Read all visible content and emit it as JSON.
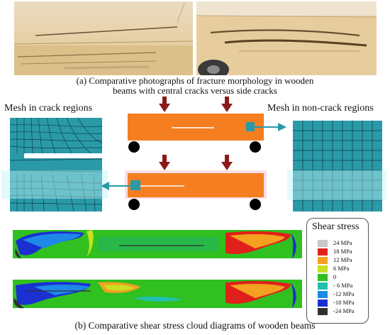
{
  "captions": {
    "a_line1": "(a) Comparative photographs of fracture morphology in wooden",
    "a_line2": "beams with central cracks versus side cracks",
    "b": "(b) Comparative shear stress cloud diagrams of wooden beams"
  },
  "labels": {
    "mesh_crack": "Mesh in crack regions",
    "mesh_noncrack": "Mesh in non-crack regions"
  },
  "legend": {
    "title": "Shear stress",
    "entries": [
      {
        "label": "24 MPa",
        "color": "#c8c8c8"
      },
      {
        "label": "18 MPa",
        "color": "#e0201a"
      },
      {
        "label": "12 MPa",
        "color": "#f4a020"
      },
      {
        "label": "6 MPa",
        "color": "#c8e020"
      },
      {
        "label": "0",
        "color": "#30c020"
      },
      {
        "label": "- 6 MPa",
        "color": "#20c0b0"
      },
      {
        "label": "-12 MPa",
        "color": "#1e88e8"
      },
      {
        "label": "-18 MPa",
        "color": "#1a30d0"
      },
      {
        "label": "-24 MPa",
        "color": "#303030"
      }
    ]
  },
  "colors": {
    "beam": "#f47e20",
    "arrow": "#8b1a1a",
    "mesh": "#2a9aa8",
    "wood": "#e8cfa2"
  }
}
